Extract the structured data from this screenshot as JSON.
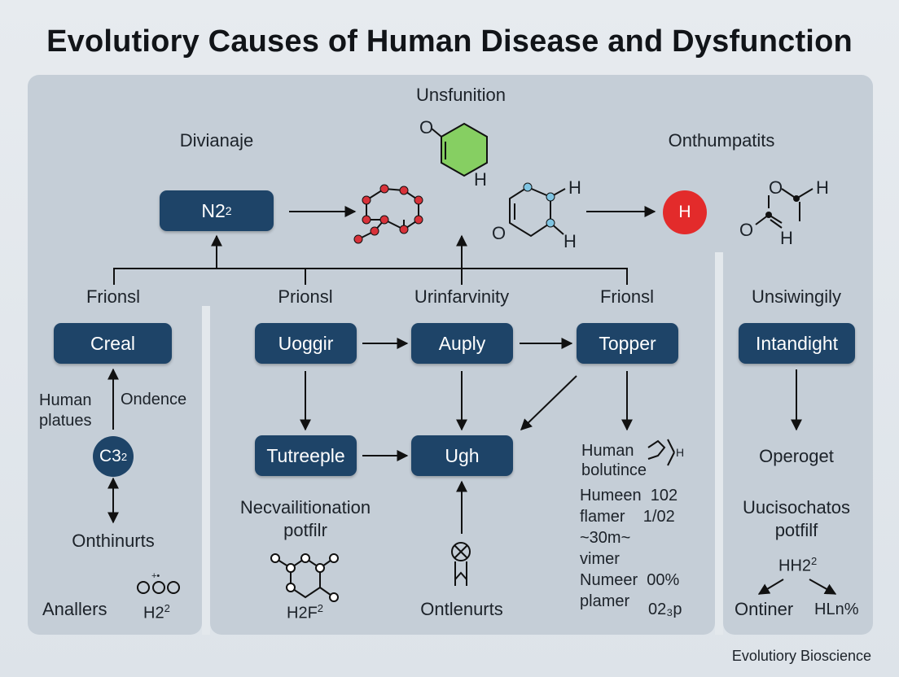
{
  "title": "Evolutiory Causes of Human Disease and Dysfunction",
  "footer": "Evolutiory Bioscience",
  "top": {
    "center_label": "Unsfunition",
    "left_label": "Divianaje",
    "right_label": "Onthumpatits",
    "n2_box": "N2",
    "n2_sup": "2",
    "h_circle": "H",
    "green_mol_o": "O",
    "green_mol_h": "H",
    "blue_mol_h1": "H",
    "blue_mol_h2": "H",
    "blue_mol_o": "O",
    "right_mol_o1": "O",
    "right_mol_h1": "H",
    "right_mol_o2": "O",
    "right_mol_h2": "H"
  },
  "left": {
    "header": "Frionsl",
    "box": "Creal",
    "side_left": "Human\nplatues",
    "side_right": "Ondence",
    "c_circle": "C3",
    "c_sup": "2",
    "bottom_label": "Onthinurts",
    "footer_left": "Anallers",
    "footer_formula": "H2",
    "footer_sup": "2",
    "mol_mark": "+•"
  },
  "middle": {
    "col1_header": "Prionsl",
    "col2_header": "Urinfarvinity",
    "col3_header": "Frionsl",
    "box1": "Uoggir",
    "box2": "Auply",
    "box3": "Topper",
    "box4": "Tutreeple",
    "box5": "Ugh",
    "bottom_left_label": "Necvailitionation\npotfilr",
    "bottom_left_formula": "H2F",
    "bottom_left_sup": "2",
    "bottom_center_label": "Ontlenurts",
    "right_text1": "Human\nbolutince",
    "right_text1_h": "H",
    "right_text2": "Humeen  102\nflamer    1/02\n~30m~\nvimer\nNumeer  00%\nplamer",
    "right_text3": "02₃p"
  },
  "right": {
    "header": "Unsiwingily",
    "box": "Intandight",
    "label": "Operoget",
    "label2": "Uucisochatos\npotfilf",
    "formula": "HH2",
    "formula_sup": "2",
    "bottom_left": "Ontiner",
    "bottom_right": "HLn%"
  },
  "colors": {
    "box": "#1e4468",
    "h_circle": "#e32b2b",
    "green_ring": "#86cf62",
    "red_atom": "#d8323a",
    "blue_atom": "#7fc4e2"
  }
}
